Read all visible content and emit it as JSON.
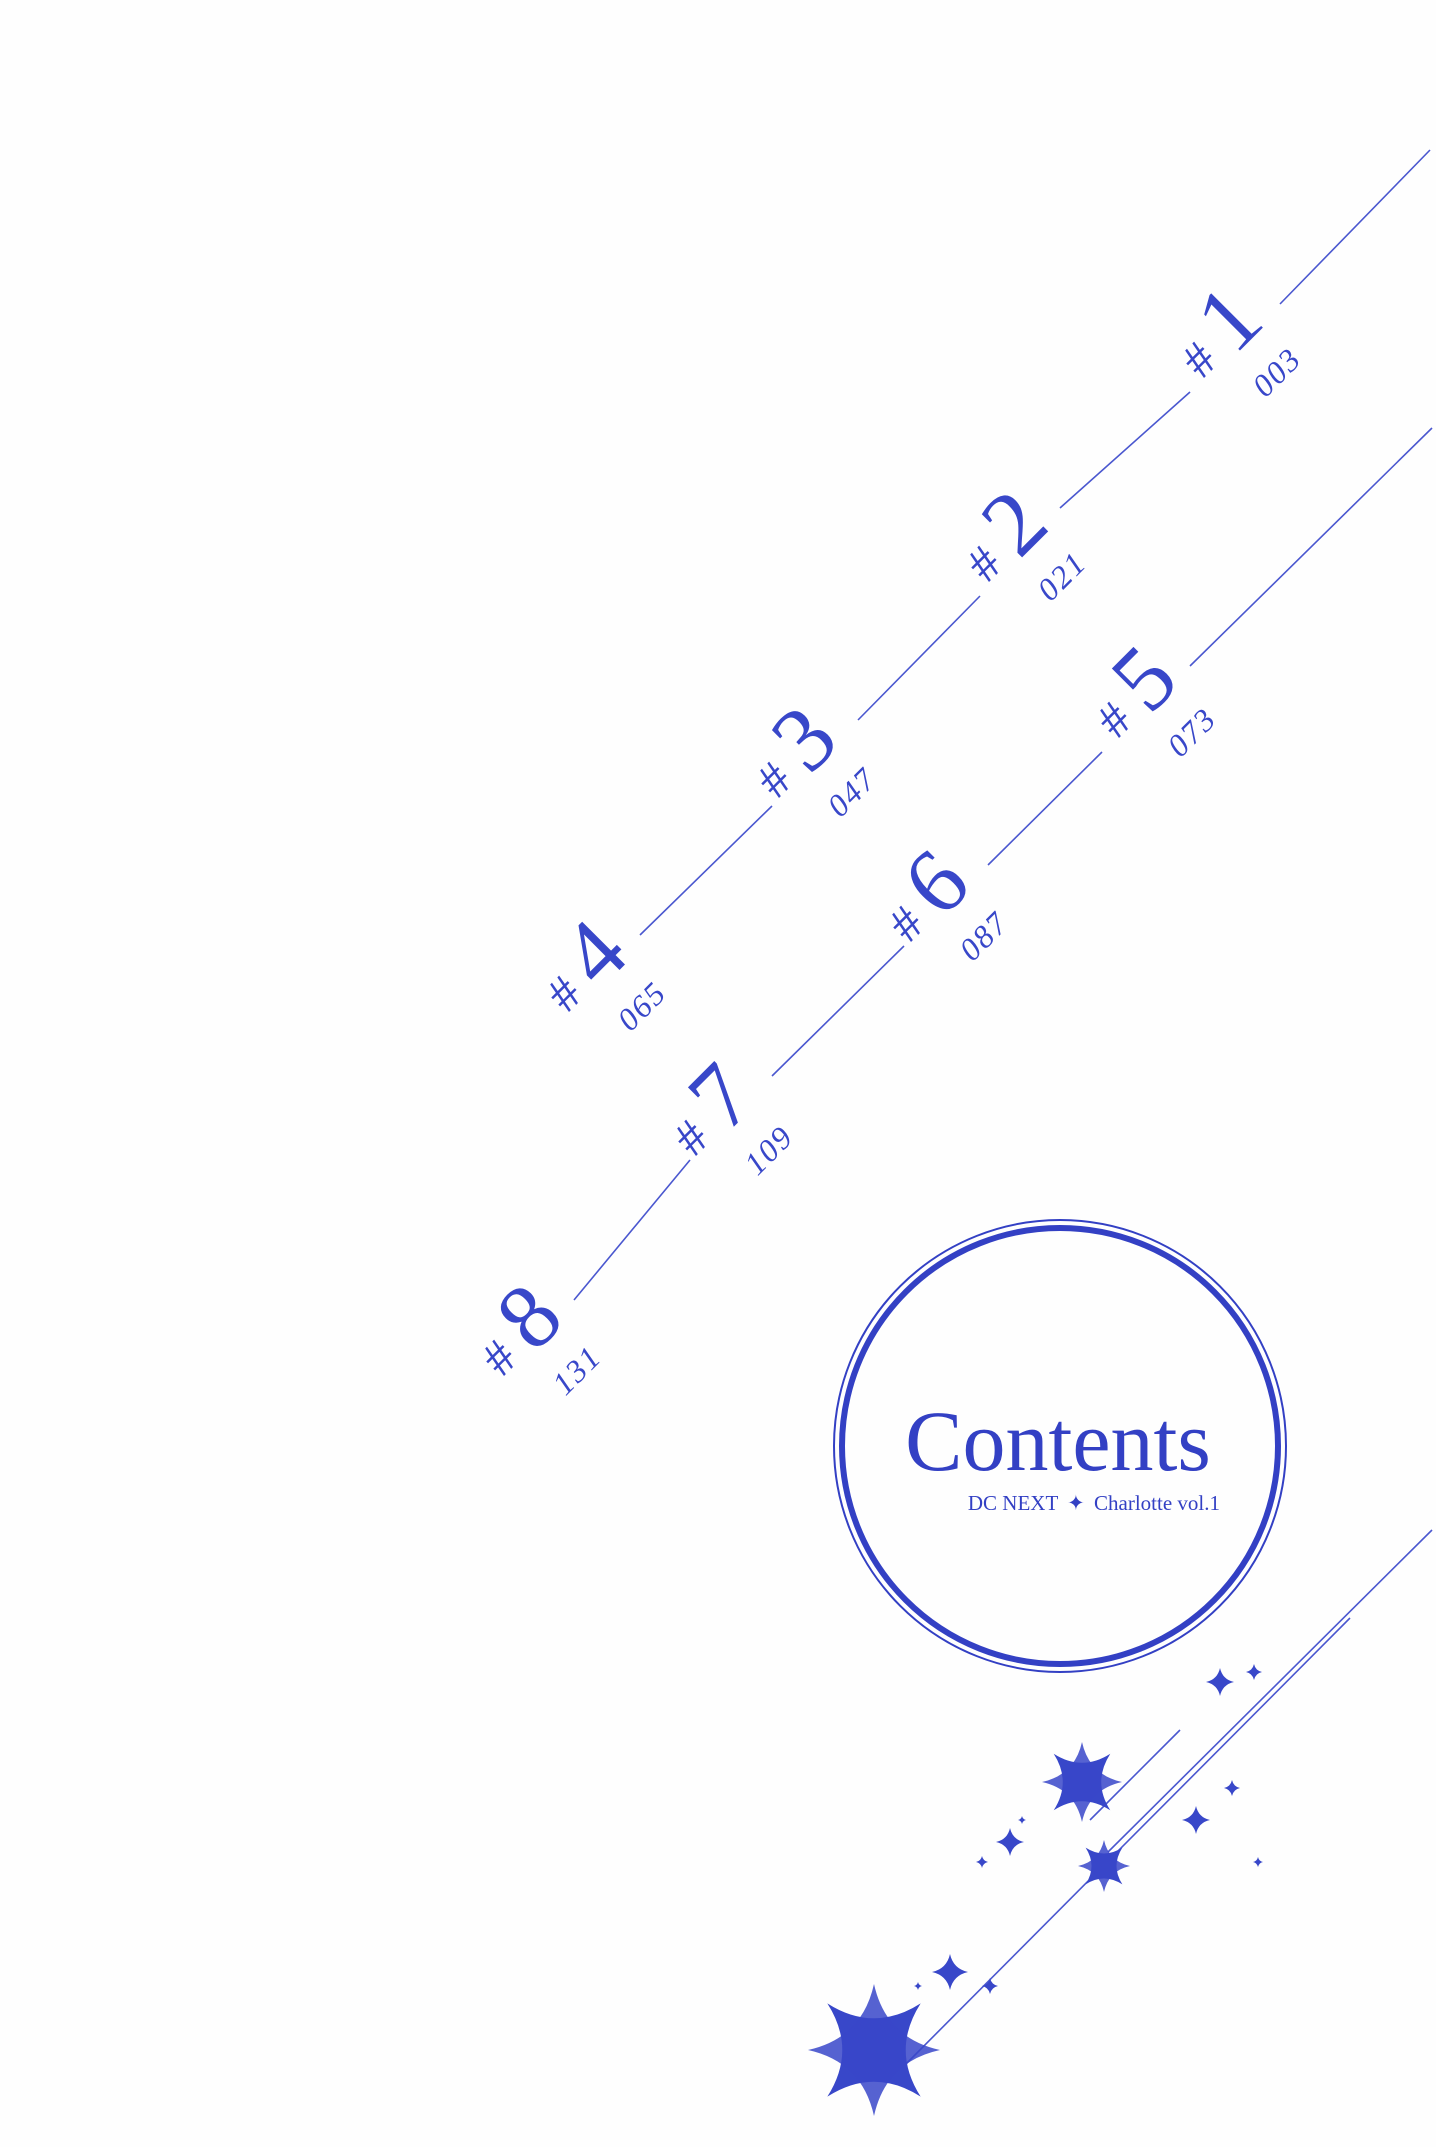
{
  "title": "Contents",
  "subtitle": {
    "left": "DC NEXT",
    "separator": "✦",
    "right": "Charlotte vol.1"
  },
  "chapters": [
    {
      "hash": "#",
      "number": "1",
      "page": "003"
    },
    {
      "hash": "#",
      "number": "2",
      "page": "021"
    },
    {
      "hash": "#",
      "number": "3",
      "page": "047"
    },
    {
      "hash": "#",
      "number": "4",
      "page": "065"
    },
    {
      "hash": "#",
      "number": "5",
      "page": "073"
    },
    {
      "hash": "#",
      "number": "6",
      "page": "087"
    },
    {
      "hash": "#",
      "number": "7",
      "page": "109"
    },
    {
      "hash": "#",
      "number": "8",
      "page": "131"
    }
  ],
  "colors": {
    "ink": "#3847c9",
    "paper": "#fefefe"
  },
  "decorations": {
    "emblem": "double-circle-ring",
    "ornament": "sparkle-star-cluster"
  }
}
